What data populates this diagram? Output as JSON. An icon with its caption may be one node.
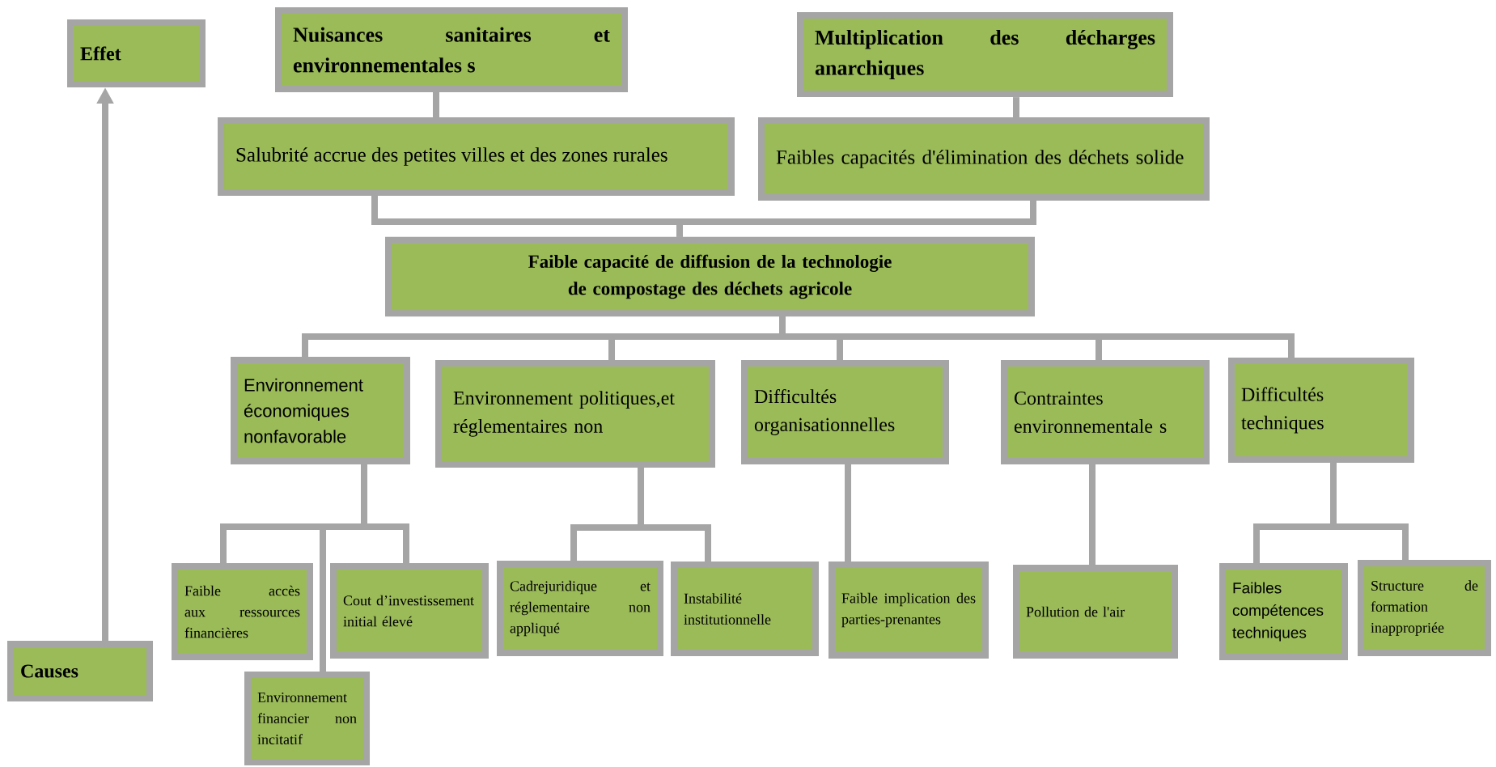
{
  "diagram": {
    "nodes": [
      {
        "text": [
          "Effet"
        ]
      },
      {
        "text": [
          "Causes"
        ]
      },
      {
        "text": [
          "Nuisances sanitaires et environnementales s"
        ]
      },
      {
        "text": [
          "Multiplication des décharges anarchiques"
        ]
      },
      {
        "text": [
          "Salubrité accrue des petites villes et des zones rurales"
        ]
      },
      {
        "text": [
          "Faibles capacités d'élimination des déchets solide"
        ]
      },
      {
        "text": [
          "Faible capacité de diffusion de la technologie de compostage des déchets agricole"
        ]
      },
      {
        "text": [
          "Environnement économiques nonfavorable"
        ]
      },
      {
        "text": [
          "Environnement politiques,et réglementaires non"
        ]
      },
      {
        "text": [
          "Difficultés organisationnelles"
        ]
      },
      {
        "text": [
          "Contraintes environnementale s"
        ]
      },
      {
        "text": [
          "Difficultés techniques"
        ]
      },
      {
        "text": [
          "Faible accès aux ressources financières"
        ]
      },
      {
        "text": [
          "Cout d’investissement initial élevé"
        ]
      },
      {
        "text": [
          "Environnement financier non incitatif"
        ]
      },
      {
        "text": [
          "Cadrejuridique et réglementaire non appliqué"
        ]
      },
      {
        "text": [
          "Instabilité institutionnelle"
        ]
      },
      {
        "text": [
          "Faible implication des parties-prenantes"
        ]
      },
      {
        "text": [
          "Pollution de l'air"
        ]
      },
      {
        "text": [
          "Faibles compétences techniques"
        ]
      },
      {
        "text": [
          "Structure de formation inappropriée"
        ]
      }
    ],
    "edges": [
      {
        "from": 1,
        "to": 0,
        "arrow": "to"
      },
      {
        "from": 4,
        "to": 2,
        "arrow": "none"
      },
      {
        "from": 5,
        "to": 3,
        "arrow": "none"
      },
      {
        "from": 6,
        "to": 4,
        "arrow": "none"
      },
      {
        "from": 6,
        "to": 5,
        "arrow": "none"
      },
      {
        "from": 6,
        "to": 7,
        "arrow": "none"
      },
      {
        "from": 6,
        "to": 8,
        "arrow": "none"
      },
      {
        "from": 6,
        "to": 9,
        "arrow": "none"
      },
      {
        "from": 6,
        "to": 10,
        "arrow": "none"
      },
      {
        "from": 6,
        "to": 11,
        "arrow": "none"
      },
      {
        "from": 7,
        "to": 12,
        "arrow": "none"
      },
      {
        "from": 7,
        "to": 13,
        "arrow": "none"
      },
      {
        "from": 7,
        "to": 14,
        "arrow": "none"
      },
      {
        "from": 8,
        "to": 15,
        "arrow": "none"
      },
      {
        "from": 8,
        "to": 16,
        "arrow": "none"
      },
      {
        "from": 9,
        "to": 17,
        "arrow": "none"
      },
      {
        "from": 10,
        "to": 18,
        "arrow": "none"
      },
      {
        "from": 11,
        "to": 19,
        "arrow": "none"
      },
      {
        "from": 11,
        "to": 20,
        "arrow": "none"
      }
    ]
  }
}
